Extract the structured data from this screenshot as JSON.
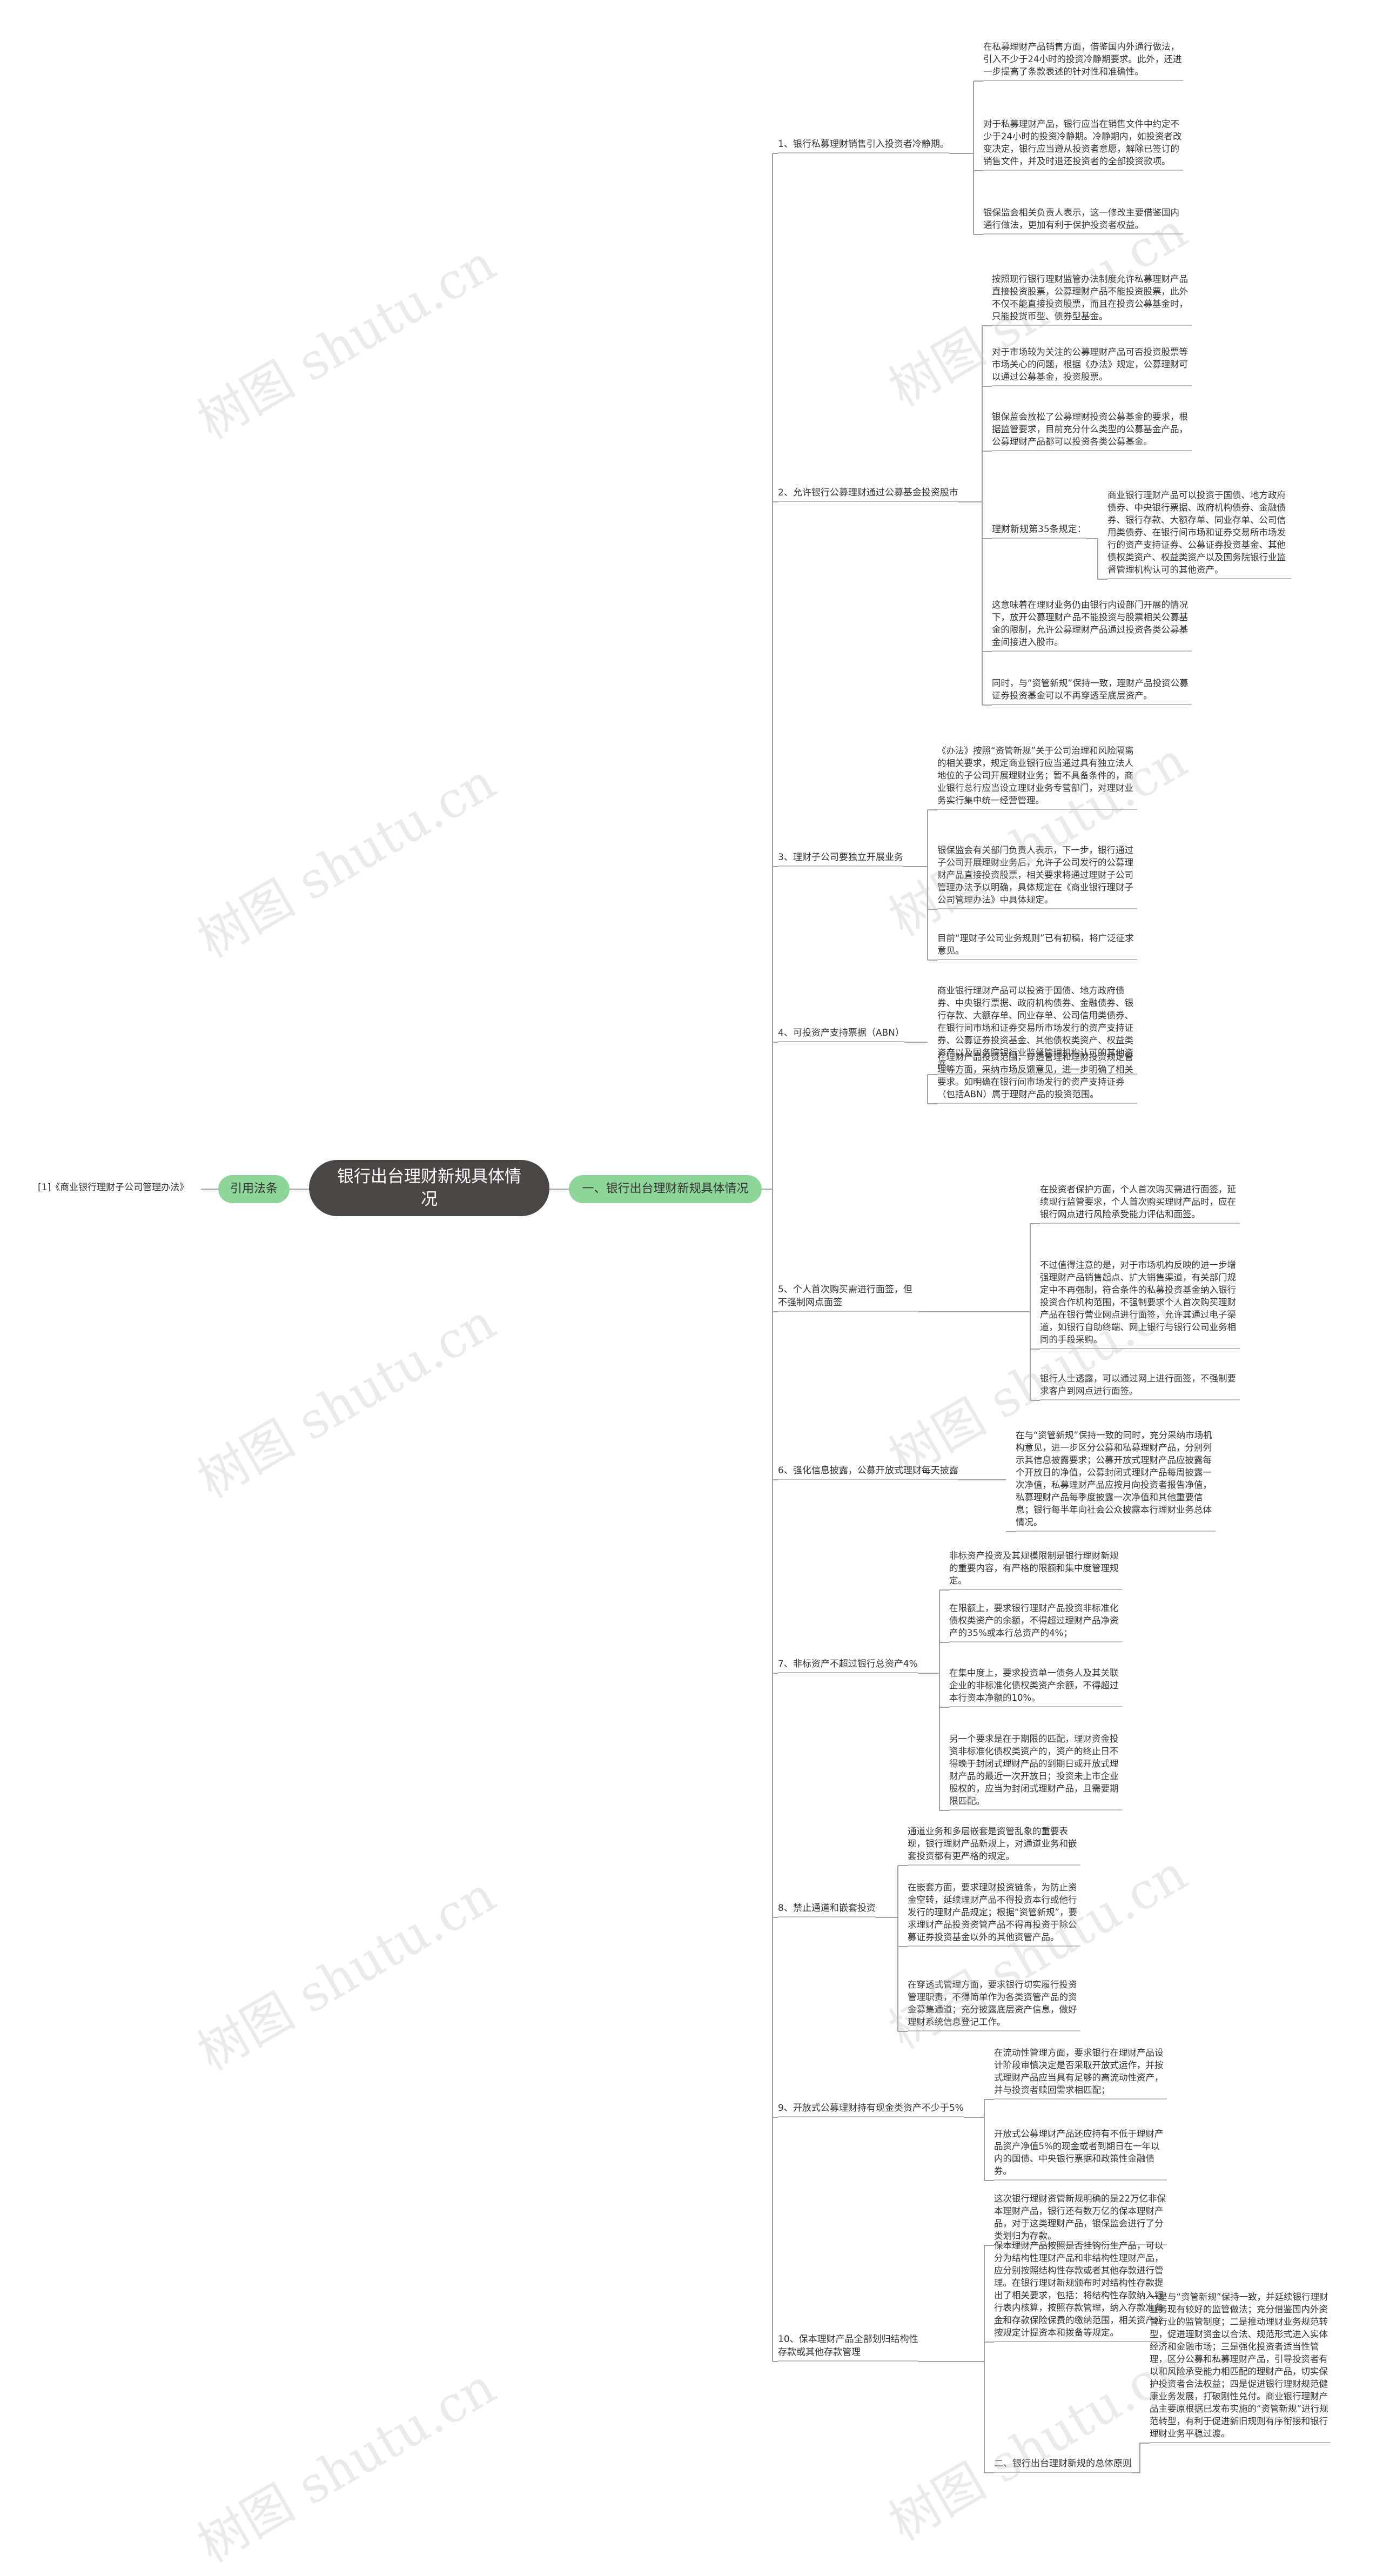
{
  "root": {
    "title": "银行出台理财新规具体情况"
  },
  "ref_pill": {
    "label": "引用法条"
  },
  "ref_leaf": {
    "text": "[1]《商业银行理财子公司管理办法》"
  },
  "main_pill": {
    "label": "一、银行出台理财新规具体情况"
  },
  "branches": [
    {
      "label": "1、银行私募理财销售引入投资者冷静期。",
      "leaves": [
        "在私募理财产品销售方面，借鉴国内外通行做法，引入不少于24小时的投资冷静期要求。此外，还进一步提高了条款表述的针对性和准确性。",
        "对于私募理财产品，银行应当在销售文件中约定不少于24小时的投资冷静期。冷静期内，如投资者改变决定，银行应当遵从投资者意愿，解除已签订的销售文件，并及时退还投资者的全部投资款项。",
        "银保监会相关负责人表示，这一修改主要借鉴国内通行做法，更加有利于保护投资者权益。"
      ]
    },
    {
      "label": "2、允许银行公募理财通过公募基金投资股市",
      "leaves": [
        "按照现行银行理财监管办法制度允许私募理财产品直接投资股票，公募理财产品不能投资股票，此外不仅不能直接投资股票，而且在投资公募基金时，只能投货币型、债券型基金。",
        "对于市场较为关注的公募理财产品可否投资股票等市场关心的问题，根据《办法》规定，公募理财可以通过公募基金，投资股票。",
        "银保监会放松了公募理财投资公募基金的要求，根据监管要求，目前充分什么类型的公募基金产品，公募理财产品都可以投资各类公募基金。",
        "理财新规第35条规定：",
        "这意味着在理财业务仍由银行内设部门开展的情况下，放开公募理财产品不能投资与股票相关公募基金的限制，允许公募理财产品通过投资各类公募基金间接进入股市。",
        "同时，与“资管新规”保持一致，理财产品投资公募证券投资基金可以不再穿透至底层资产。"
      ],
      "sub": "商业银行理财产品可以投资于国债、地方政府债券、中央银行票据、政府机构债券、金融债券、银行存款、大额存单、同业存单、公司信用类债券、在银行间市场和证券交易所市场发行的资产支持证券、公募证券投资基金、其他债权类资产、权益类资产以及国务院银行业监督管理机构认可的其他资产。"
    },
    {
      "label": "3、理财子公司要独立开展业务",
      "leaves": [
        "《办法》按照“资管新规”关于公司治理和风险隔离的相关要求，规定商业银行应当通过具有独立法人地位的子公司开展理财业务；暂不具备条件的，商业银行总行应当设立理财业务专营部门，对理财业务实行集中统一经营管理。",
        "银保监会有关部门负责人表示，下一步，银行通过子公司开展理财业务后，允许子公司发行的公募理财产品直接投资股票，相关要求将通过理财子公司管理办法予以明确，具体规定在《商业银行理财子公司管理办法》中具体规定。",
        "目前“理财子公司业务规则”已有初稿，将广泛征求意见。"
      ]
    },
    {
      "label": "4、可投资产支持票据（ABN）",
      "leaves": [
        "商业银行理财产品可以投资于国债、地方政府债券、中央银行票据、政府机构债券、金融债券、银行存款、大额存单、同业存单、公司信用类债券、在银行间市场和证券交易所市场发行的资产支持证券、公募证券投资基金、其他债权类资产、权益类资产以及国务院银行业监督管理机构认可的其他资产。",
        "在理财产品投资范围，穿透管理和理财投资规定管理等方面，采纳市场反馈意见，进一步明确了相关要求。如明确在银行间市场发行的资产支持证券（包括ABN）属于理财产品的投资范围。"
      ]
    },
    {
      "label": "5、个人首次购买需进行面签，但不强制网点面签",
      "leaves": [
        "在投资者保护方面，个人首次购买需进行面签，延续现行监管要求，个人首次购买理财产品时，应在银行网点进行风险承受能力评估和面签。",
        "不过值得注意的是，对于市场机构反映的进一步增强理财产品销售起点、扩大销售渠道，有关部门规定中不再强制，符合条件的私募投资基金纳入银行投资合作机构范围，不强制要求个人首次购买理财产品在银行营业网点进行面签，允许其通过电子渠道，如银行自助终端、网上银行与银行公司业务相同的手段采购。",
        "银行人士透露，可以通过网上进行面签，不强制要求客户到网点进行面签。"
      ]
    },
    {
      "label": "6、强化信息披露，公募开放式理财每天披露",
      "leaves": [
        "在与“资管新规”保持一致的同时，充分采纳市场机构意见，进一步区分公募和私募理财产品，分别列示其信息披露要求；公募开放式理财产品应披露每个开放日的净值，公募封闭式理财产品每周披露一次净值，私募理财产品应按月向投资者报告净值，私募理财产品每季度披露一次净值和其他重要信息；银行每半年向社会公众披露本行理财业务总体情况。"
      ]
    },
    {
      "label": "7、非标资产不超过银行总资产4%",
      "leaves": [
        "非标资产投资及其规模限制是银行理财新规的重要内容，有严格的限额和集中度管理规定。",
        "在限额上，要求银行理财产品投资非标准化债权类资产的余额，不得超过理财产品净资产的35%或本行总资产的4%；",
        "在集中度上，要求投资单一债务人及其关联企业的非标准化债权类资产余额，不得超过本行资本净额的10%。",
        "另一个要求是在于期限的匹配，理财资金投资非标准化债权类资产的，资产的终止日不得晚于封闭式理财产品的到期日或开放式理财产品的最近一次开放日；投资未上市企业股权的，应当为封闭式理财产品，且需要期限匹配。"
      ]
    },
    {
      "label": "8、禁止通道和嵌套投资",
      "leaves": [
        "通道业务和多层嵌套是资管乱象的重要表现，银行理财产品新规上，对通道业务和嵌套投资都有更严格的规定。",
        "在嵌套方面，要求理财投资链条，为防止资金空转，延续理财产品不得投资本行或他行发行的理财产品规定；根据“资管新规”，要求理财产品投资资管产品不得再投资于除公募证券投资基金以外的其他资管产品。",
        "在穿透式管理方面，要求银行切实履行投资管理职责，不得简单作为各类资管产品的资金募集通道；充分披露底层资产信息，做好理财系统信息登记工作。"
      ]
    },
    {
      "label": "9、开放式公募理财持有现金类资产不少于5%",
      "leaves": [
        "在流动性管理方面，要求银行在理财产品设计阶段审慎决定是否采取开放式运作，并按式理财产品应当具有足够的高流动性资产，并与投资者赎回需求相匹配；",
        "开放式公募理财产品还应持有不低于理财产品资产净值5%的现金或者到期日在一年以内的国债、中央银行票据和政策性金融债券。"
      ]
    },
    {
      "label": "10、保本理财产品全部划归结构性存款或其他存款管理",
      "leaves": [
        "这次银行理财资管新规明确的是22万亿非保本理财产品，银行还有数万亿的保本理财产品，对于这类理财产品，银保监会进行了分类划归为存款。",
        "保本理财产品按照是否挂钩衍生产品，可以分为结构性理财产品和非结构性理财产品，应分别按照结构性存款或者其他存款进行管理。在银行理财新规颁布时对结构性存款提出了相关要求，包括：将结构性存款纳入银行表内核算，按照存款管理，纳入存款准备金和存款保险保费的缴纳范围，相关资产应按规定计提资本和拨备等规定。"
      ],
      "sub_label": "二、银行出台理财新规的总体原则",
      "sub": "一是与“资管新规”保持一致，并延续银行理财业务现有较好的监管做法；充分借鉴国内外资管行业的监管制度；二是推动理财业务规范转型，促进理财资金以合法、规范形式进入实体经济和金融市场；三是强化投资者适当性管理，区分公募和私募理财产品，引导投资者有以和风险承受能力相匹配的理财产品，切实保护投资者合法权益；四是促进银行理财规范健康业务发展，打破刚性兑付。商业银行理财产品主要原根据已发布实施的“资管新规”进行规范转型，有利于促进新旧规则有序衔接和银行理财业务平稳过渡。"
    }
  ],
  "watermark": "树图 shutu.cn"
}
